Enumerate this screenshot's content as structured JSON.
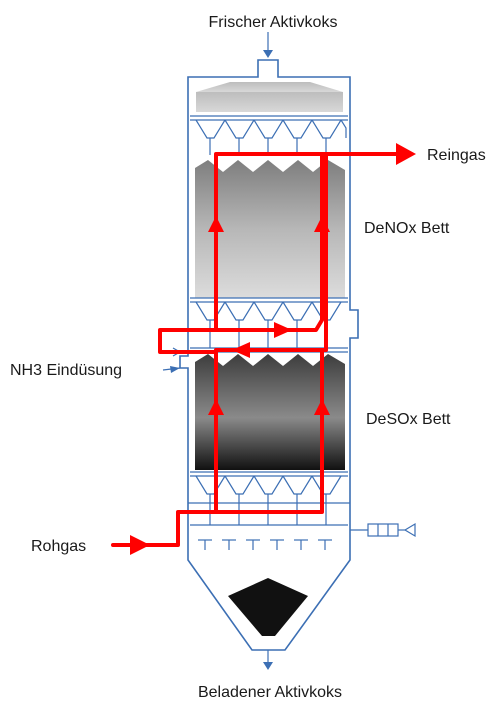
{
  "labels": {
    "fresh_coke": "Frischer Aktivkoks",
    "clean_gas": "Reingas",
    "denox_bed": "DeNOx Bett",
    "nh3_injection": "NH3 Eindüsung",
    "desox_bed": "DeSOx Bett",
    "raw_gas": "Rohgas",
    "loaded_coke": "Beladener Aktivkoks"
  },
  "colors": {
    "vessel": "#3c6fb4",
    "gas_flow": "#ff0000",
    "hopper_coke": "#111111"
  }
}
